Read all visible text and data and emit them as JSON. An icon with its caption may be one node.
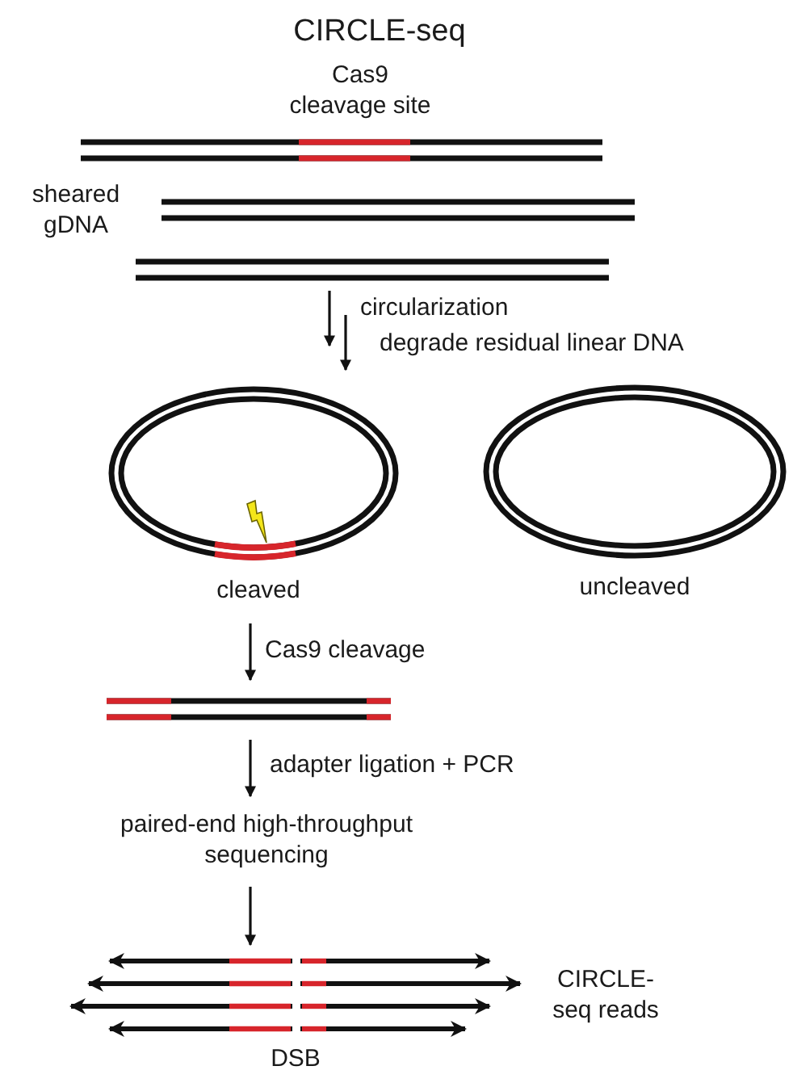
{
  "diagram": {
    "title": "CIRCLE-seq",
    "labels": [
      "Cas9 cleavage site",
      "sheared gDNA",
      "circularization",
      "degrade residual linear DNA",
      "cleaved",
      "uncleaved",
      "Cas9 cleavage",
      "adapter ligation + PCR",
      "paired-end high-throughput sequencing",
      "CIRCLE-seq reads",
      "DSB"
    ]
  }
}
